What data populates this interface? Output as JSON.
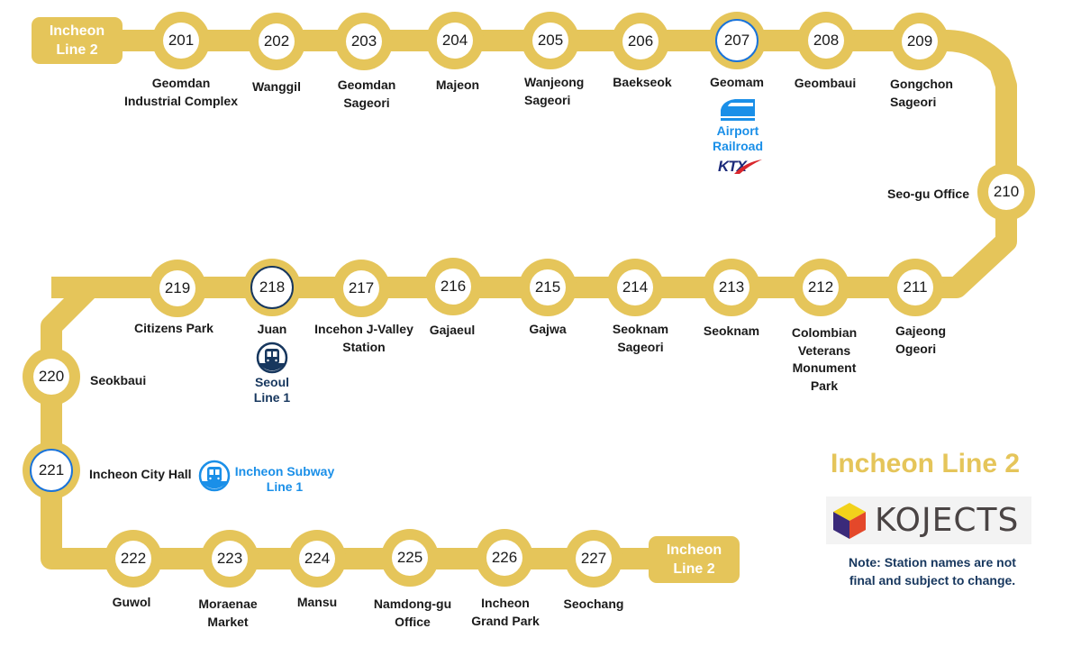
{
  "colors": {
    "line": "#e5c55a",
    "airport_railroad": "#1a8fe8",
    "seoul_line1": "#17375e",
    "incheon_subway_line1": "#1a8fe8",
    "ktx_blue": "#1c2a7a",
    "ktx_red": "#d9262c",
    "note": "#17375e",
    "logo_text": "#4a4444"
  },
  "terminals": {
    "start": "Incheon\nLine 2",
    "start_line1": "Incheon",
    "start_line2": "Line 2",
    "end_line1": "Incheon",
    "end_line2": "Line 2"
  },
  "stations": [
    {
      "code": "201",
      "name": "Geomdan\nIndustrial Complex"
    },
    {
      "code": "202",
      "name": "Wanggil"
    },
    {
      "code": "203",
      "name": "Geomdan\nSageori"
    },
    {
      "code": "204",
      "name": "Majeon"
    },
    {
      "code": "205",
      "name": "Wanjeong\nSageori"
    },
    {
      "code": "206",
      "name": "Baekseok"
    },
    {
      "code": "207",
      "name": "Geomam"
    },
    {
      "code": "208",
      "name": "Geombaui"
    },
    {
      "code": "209",
      "name": "Gongchon\nSageori"
    },
    {
      "code": "210",
      "name": "Seo-gu Office"
    },
    {
      "code": "211",
      "name": "Gajeong\nOgeori"
    },
    {
      "code": "212",
      "name": "Colombian\nVeterans\nMonument\nPark"
    },
    {
      "code": "213",
      "name": "Seoknam"
    },
    {
      "code": "214",
      "name": "Seoknam\nSageori"
    },
    {
      "code": "215",
      "name": "Gajwa"
    },
    {
      "code": "216",
      "name": "Gajaeul"
    },
    {
      "code": "217",
      "name": "Incehon J-Valley\nStation"
    },
    {
      "code": "218",
      "name": "Juan"
    },
    {
      "code": "219",
      "name": "Citizens Park"
    },
    {
      "code": "220",
      "name": "Seokbaui"
    },
    {
      "code": "221",
      "name": "Incheon City Hall"
    },
    {
      "code": "222",
      "name": "Guwol"
    },
    {
      "code": "223",
      "name": "Moraenae\nMarket"
    },
    {
      "code": "224",
      "name": "Mansu"
    },
    {
      "code": "225",
      "name": "Namdong-gu\nOffice"
    },
    {
      "code": "226",
      "name": "Incheon\nGrand Park"
    },
    {
      "code": "227",
      "name": "Seochang"
    }
  ],
  "transfers": {
    "geomam": {
      "line": "Airport\nRailroad",
      "icon": "high-speed-train-icon",
      "extra": "KTX"
    },
    "juan": {
      "line": "Seoul\nLine 1",
      "icon": "subway-train-icon"
    },
    "city_hall": {
      "line": "Incheon Subway\nLine 1",
      "icon": "subway-train-icon"
    }
  },
  "legend": {
    "title": "Incheon Line 2",
    "logo_text": "KOJECTS",
    "note": "Note: Station names are not\nfinal and subject to change."
  }
}
